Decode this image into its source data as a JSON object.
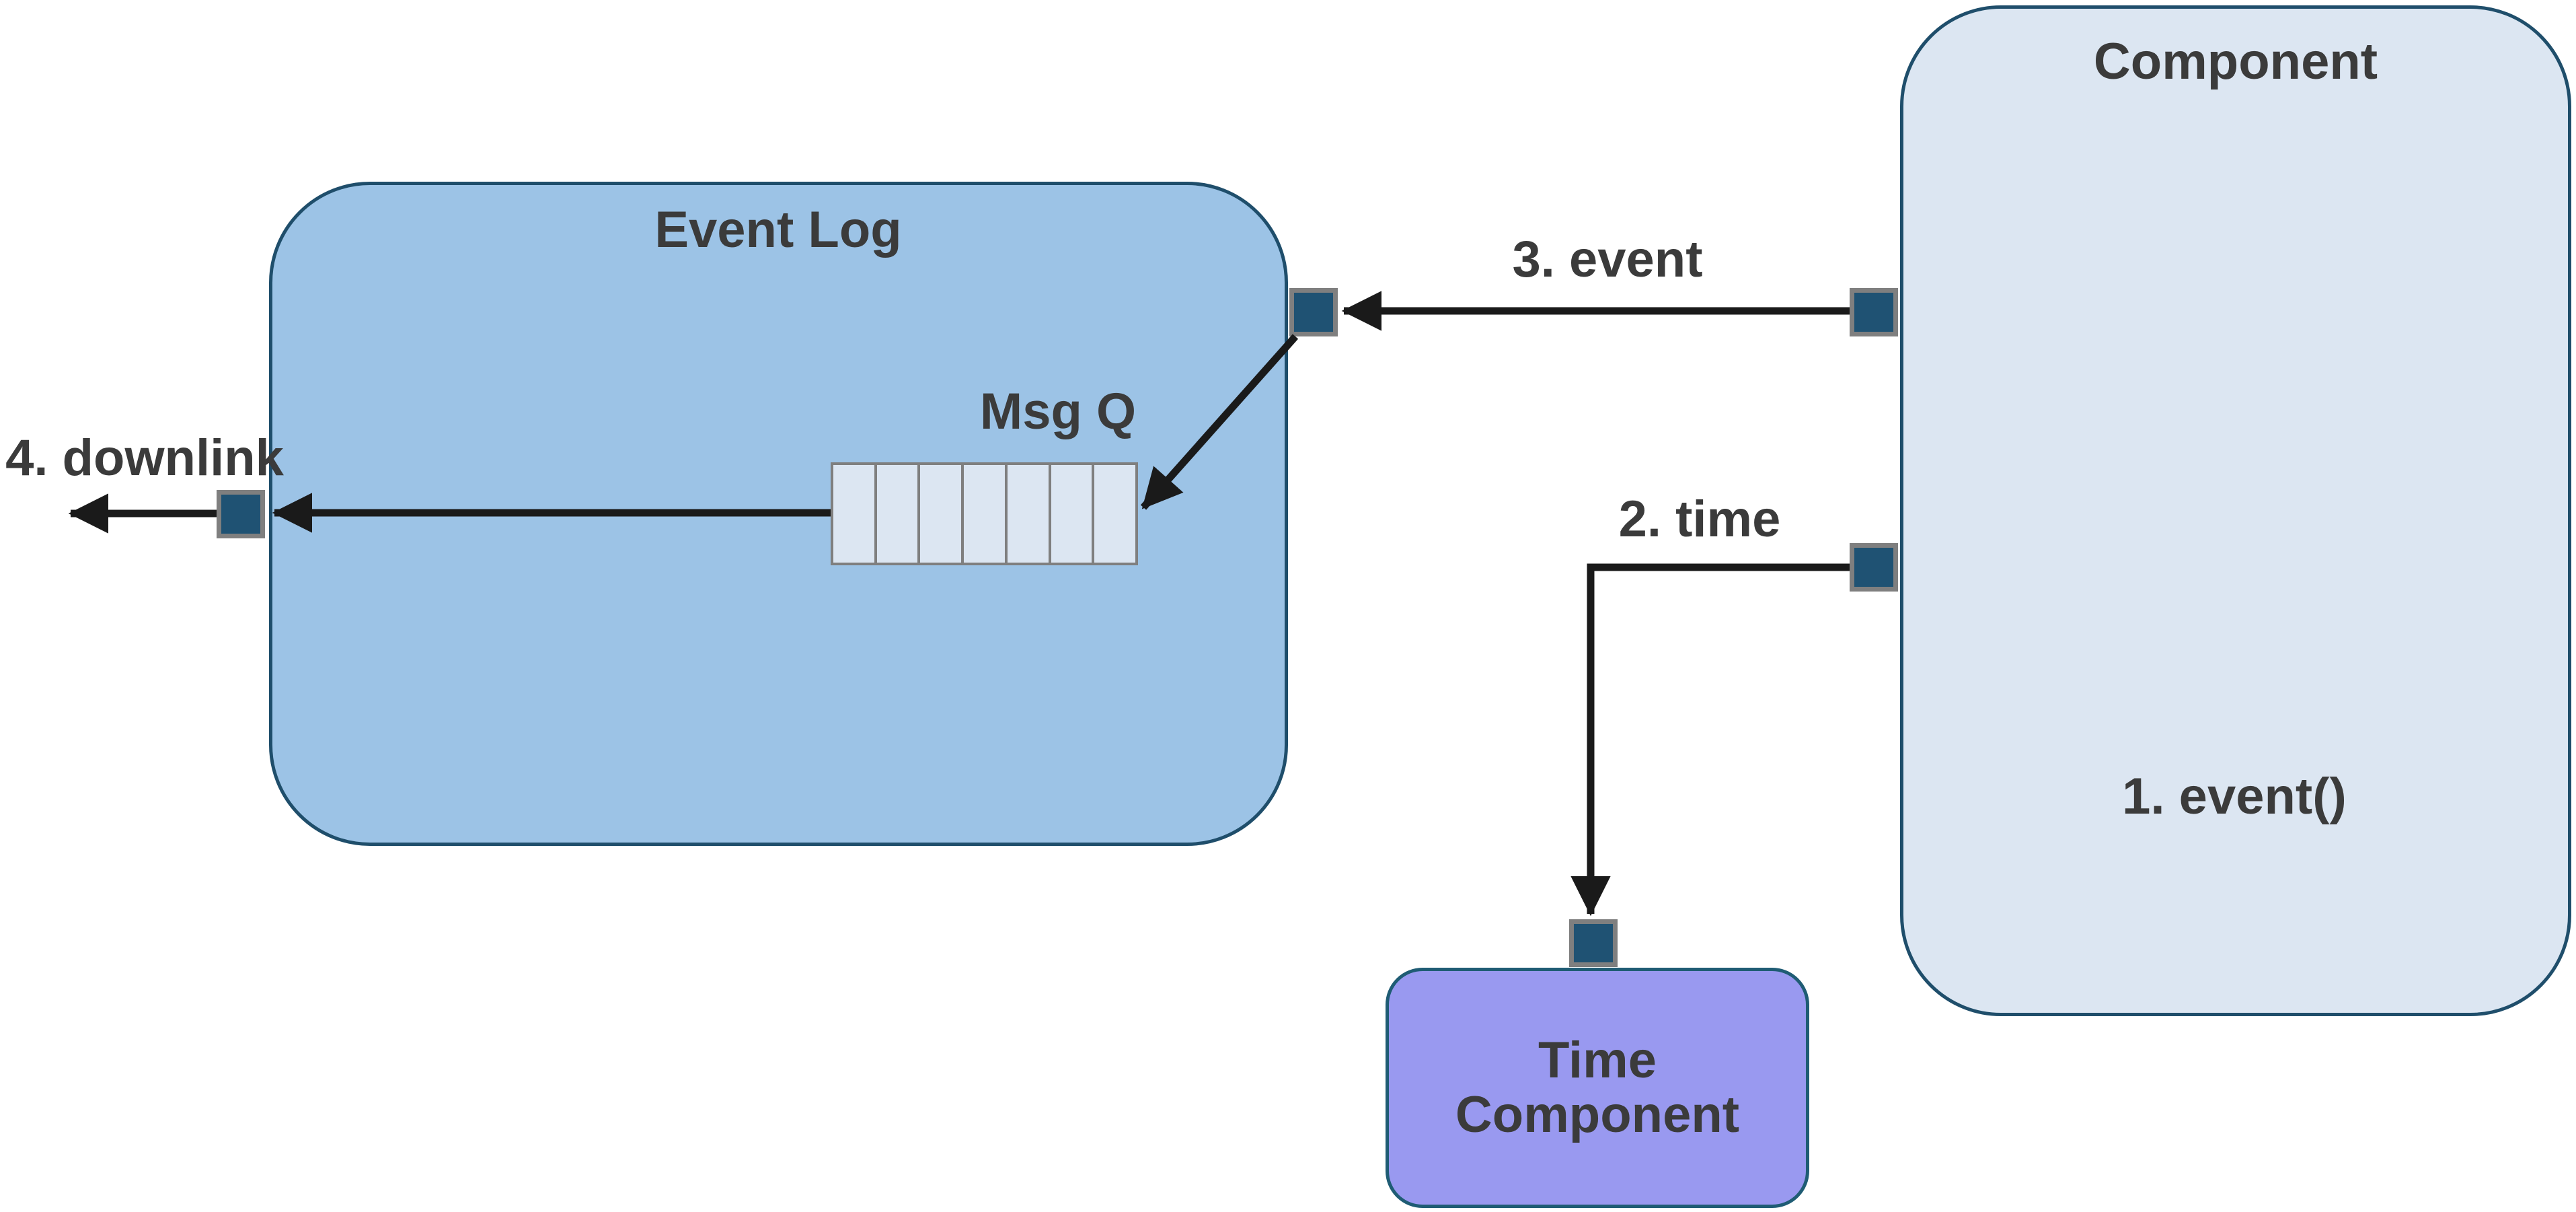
{
  "diagram": {
    "title": "event flow diagram",
    "nodes": {
      "component": {
        "title": "Component",
        "annotation": "1. event()",
        "fill": "#dce6f2",
        "border": "#1f4e6b"
      },
      "event_log": {
        "title": "Event Log",
        "fill": "#9cc3e6",
        "border": "#1f4e6b"
      },
      "time_component": {
        "title": "Time\nComponent",
        "fill": "#9999f0",
        "border": "#1f5c74"
      }
    },
    "msg_queue": {
      "label": "Msg Q",
      "cells": 7,
      "cell_fill": "#dce6f2",
      "cell_border": "#7f7f7f"
    },
    "ports": {
      "fill": "#1f5273",
      "border": "#7f7f7f",
      "names": [
        "event-log-right-port",
        "component-event-port",
        "component-time-port",
        "event-log-left-port",
        "time-component-top-port"
      ]
    },
    "connectors": {
      "event": {
        "label": "3. event",
        "from": "component-event-port",
        "to": "event-log-right-port"
      },
      "time": {
        "label": "2. time",
        "from": "component-time-port",
        "to": "time-component-top-port"
      },
      "downlink": {
        "label": "4. downlink",
        "from": "msg-queue",
        "to": "outside-left"
      },
      "enqueue": {
        "label": "",
        "from": "event-log-right-port",
        "to": "msg-queue"
      }
    },
    "colors": {
      "background": "#ffffff",
      "arrow": "#1a1a1a",
      "text": "#3b3b3b"
    }
  }
}
